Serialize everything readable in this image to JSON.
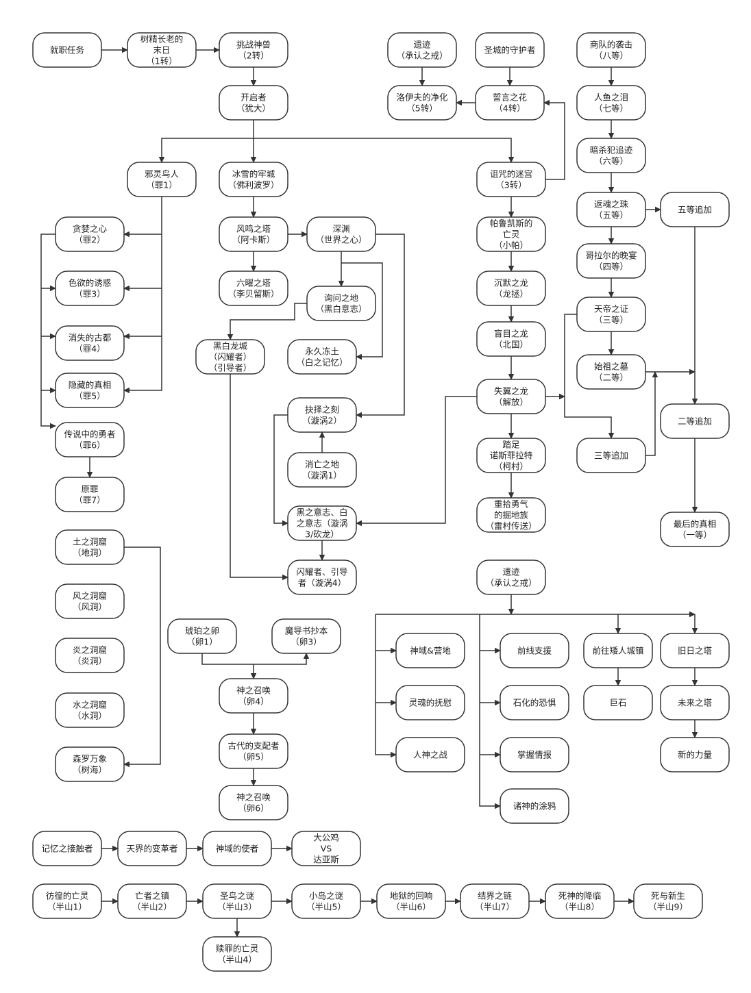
{
  "nodes": {
    "n1": [
      "就职任务"
    ],
    "n2": [
      "树精长老的",
      "末日",
      "（1转）"
    ],
    "n3": [
      "挑战神兽",
      "（2转）"
    ],
    "n4": [
      "开启者",
      "（犹大）"
    ],
    "n5": [
      "遗迹",
      "（承认之戒）"
    ],
    "n6": [
      "圣城的守护者"
    ],
    "n7": [
      "洛伊夫的净化",
      "（5转）"
    ],
    "n8": [
      "誓言之花",
      "（4转）"
    ],
    "n9": [
      "邪灵鸟人",
      "（罪1）"
    ],
    "n10": [
      "冰雪的牢城",
      "（佛利波罗）"
    ],
    "n11": [
      "诅咒的迷宫",
      "（3转）"
    ],
    "n12": [
      "贪婪之心",
      "（罪2）"
    ],
    "n13": [
      "色欲的诱惑",
      "（罪3）"
    ],
    "n14": [
      "消失的古都",
      "（罪4）"
    ],
    "n15": [
      "隐藏的真相",
      "（罪5）"
    ],
    "n16": [
      "传说中的勇者",
      "（罪6）"
    ],
    "n17": [
      "原罪",
      "（罪7）"
    ],
    "n18": [
      "风鸣之塔",
      "（阿卡斯）"
    ],
    "n19": [
      "深渊",
      "（世界之心）"
    ],
    "n20": [
      "六曜之塔",
      "（李贝留斯）"
    ],
    "n21": [
      "询问之地",
      "（黑白意志）"
    ],
    "n22": [
      "黑白龙城",
      "（闪耀者）",
      "（引导者）"
    ],
    "n23": [
      "永久冻土",
      "（白之记忆）"
    ],
    "n24": [
      "抉择之刻",
      "（漩涡2）"
    ],
    "n25": [
      "消亡之地",
      "（漩涡1）"
    ],
    "n26": [
      "黑之意志、白",
      "之意志（漩涡",
      "3/砍龙）"
    ],
    "n27": [
      "闪耀者、引导",
      "者（漩涡4）"
    ],
    "n28": [
      "帕鲁凯斯的",
      "亡灵",
      "（小帕）"
    ],
    "n29": [
      "沉默之龙",
      "（龙拯）"
    ],
    "n30": [
      "盲目之龙",
      "（北国）"
    ],
    "n31": [
      "失翼之龙",
      "（解放）"
    ],
    "n32": [
      "踏足",
      "诺斯菲拉特",
      "（柯村）"
    ],
    "n33": [
      "重拾勇气",
      "的掘地族",
      "（雷村传送）"
    ],
    "n34": [
      "商队的袭击",
      "（八等）"
    ],
    "n35": [
      "人鱼之泪",
      "（七等）"
    ],
    "n36": [
      "暗杀犯追迹",
      "（六等）"
    ],
    "n37": [
      "返魂之珠",
      "（五等）"
    ],
    "n38": [
      "五等追加"
    ],
    "n39": [
      "哥拉尔的晚宴",
      "（四等）"
    ],
    "n40": [
      "天帝之证",
      "（三等）"
    ],
    "n41": [
      "始祖之墓",
      "（二等）"
    ],
    "n42": [
      "二等追加"
    ],
    "n43": [
      "三等追加"
    ],
    "n44": [
      "最后的真相",
      "（一等）"
    ],
    "n45": [
      "土之洞窟",
      "（地洞）"
    ],
    "n46": [
      "风之洞窟",
      "（风洞）"
    ],
    "n47": [
      "炎之洞窟",
      "（炎洞）"
    ],
    "n48": [
      "水之洞窟",
      "（水洞）"
    ],
    "n49": [
      "森罗万象",
      "（树海）"
    ],
    "n50": [
      "琥珀之卵",
      "（卵1）"
    ],
    "n51": [
      "魔导书抄本",
      "（卵3）"
    ],
    "n52": [
      "神之召唤",
      "（卵4）"
    ],
    "n53": [
      "古代的支配者",
      "（卵5）"
    ],
    "n54": [
      "神之召唤",
      "（卵6）"
    ],
    "n55": [
      "遗迹",
      "（承认之戒）"
    ],
    "n56": [
      "神域&营地"
    ],
    "n57": [
      "灵魂的抚慰"
    ],
    "n58": [
      "人神之战"
    ],
    "n59": [
      "前线支援"
    ],
    "n60": [
      "石化的恐惧"
    ],
    "n61": [
      "掌握情报"
    ],
    "n62": [
      "诸神的涂鸦"
    ],
    "n63": [
      "前往矮人城镇"
    ],
    "n64": [
      "巨石"
    ],
    "n65": [
      "旧日之塔"
    ],
    "n66": [
      "未来之塔"
    ],
    "n67": [
      "新的力量"
    ],
    "n68": [
      "记忆之接触者"
    ],
    "n69": [
      "天界的变革者"
    ],
    "n70": [
      "神域的使者"
    ],
    "n71": [
      "大公鸡",
      "VS",
      "达亚斯"
    ],
    "n72": [
      "彷徨的亡灵",
      "（半山1）"
    ],
    "n73": [
      "亡者之镇",
      "（半山2）"
    ],
    "n74": [
      "圣鸟之谜",
      "（半山3）"
    ],
    "n75": [
      "小岛之谜",
      "（半山5）"
    ],
    "n76": [
      "地狱的回响",
      "（半山6）"
    ],
    "n77": [
      "结界之链",
      "（半山7）"
    ],
    "n78": [
      "死神的降临",
      "（半山8）"
    ],
    "n79": [
      "死与新生",
      "（半山9）"
    ],
    "n80": [
      "赎罪的亡灵",
      "（半山4）"
    ]
  }
}
